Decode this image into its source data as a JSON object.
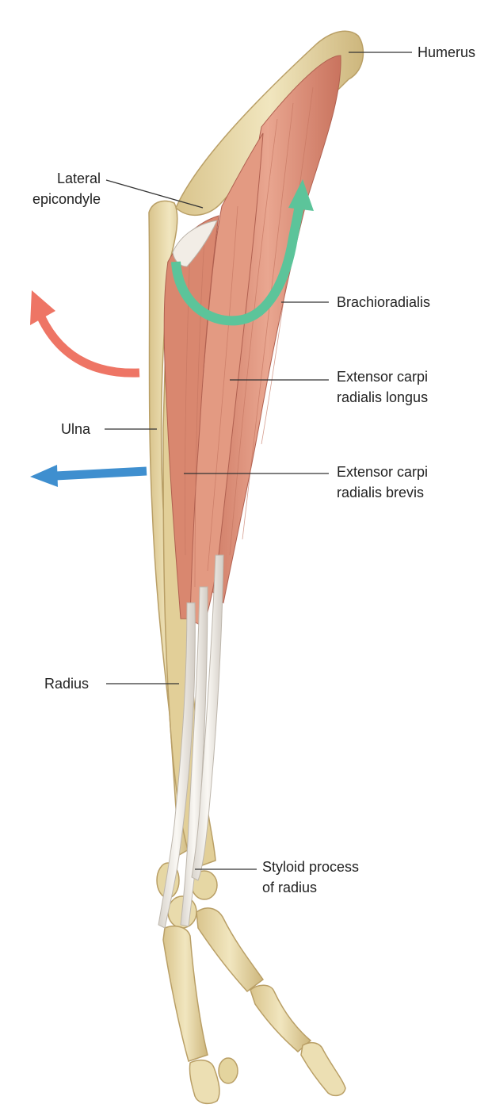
{
  "labels": {
    "humerus": "Humerus",
    "lateral_epicondyle": [
      "Lateral",
      "epicondyle"
    ],
    "brachioradialis": "Brachioradialis",
    "ecrl": [
      "Extensor carpi",
      "radialis longus"
    ],
    "ulna": "Ulna",
    "ecrb": [
      "Extensor carpi",
      "radialis brevis"
    ],
    "radius": "Radius",
    "styloid": [
      "Styloid process",
      "of radius"
    ]
  },
  "colors": {
    "bone": "#e8d9a8",
    "bone_shade": "#c9b27a",
    "muscle": "#dc8f78",
    "muscle_dark": "#c06e5a",
    "tendon": "#eeeae4",
    "arrow_green": "#5cc49a",
    "arrow_red": "#ee7565",
    "arrow_blue": "#3f8fcf",
    "leader": "#333333"
  },
  "icons": {
    "flexion": "curved-arrow-icon",
    "abduction": "curved-arrow-icon",
    "extension": "straight-arrow-icon"
  }
}
